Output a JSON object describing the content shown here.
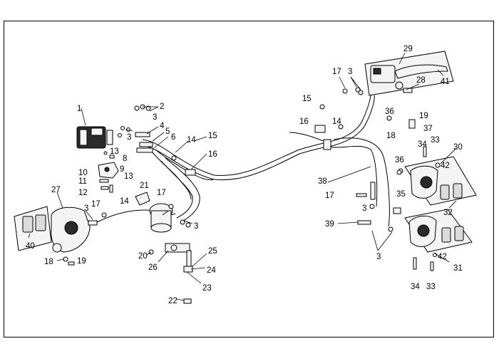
{
  "diagram": {
    "callouts": [
      {
        "id": "c1",
        "text": "1"
      },
      {
        "id": "c2",
        "text": "2"
      },
      {
        "id": "c3a",
        "text": "3"
      },
      {
        "id": "c3b",
        "text": "3"
      },
      {
        "id": "c4",
        "text": "4"
      },
      {
        "id": "c5",
        "text": "5"
      },
      {
        "id": "c6",
        "text": "6"
      },
      {
        "id": "c13a",
        "text": "13"
      },
      {
        "id": "c8",
        "text": "8"
      },
      {
        "id": "c9",
        "text": "9"
      },
      {
        "id": "c10",
        "text": "10"
      },
      {
        "id": "c11",
        "text": "11"
      },
      {
        "id": "c13b",
        "text": "13"
      },
      {
        "id": "c12",
        "text": "12"
      },
      {
        "id": "c14a",
        "text": "14"
      },
      {
        "id": "c15a",
        "text": "15"
      },
      {
        "id": "c16a",
        "text": "16"
      },
      {
        "id": "c14b",
        "text": "14"
      },
      {
        "id": "c21",
        "text": "21"
      },
      {
        "id": "c27",
        "text": "27"
      },
      {
        "id": "c3c",
        "text": "3"
      },
      {
        "id": "c17a",
        "text": "17"
      },
      {
        "id": "c17b",
        "text": "17"
      },
      {
        "id": "c3d",
        "text": "3"
      },
      {
        "id": "c40",
        "text": "40"
      },
      {
        "id": "c18a",
        "text": "18"
      },
      {
        "id": "c19a",
        "text": "19"
      },
      {
        "id": "c20",
        "text": "20"
      },
      {
        "id": "c26",
        "text": "26"
      },
      {
        "id": "c25",
        "text": "25"
      },
      {
        "id": "c24",
        "text": "24"
      },
      {
        "id": "c23",
        "text": "23"
      },
      {
        "id": "c22",
        "text": "22"
      },
      {
        "id": "c17c",
        "text": "17"
      },
      {
        "id": "c3e",
        "text": "3"
      },
      {
        "id": "c29",
        "text": "29"
      },
      {
        "id": "c28",
        "text": "28"
      },
      {
        "id": "c41",
        "text": "41"
      },
      {
        "id": "c15b",
        "text": "15"
      },
      {
        "id": "c16b",
        "text": "16"
      },
      {
        "id": "c14c",
        "text": "14"
      },
      {
        "id": "c36a",
        "text": "36"
      },
      {
        "id": "c19b",
        "text": "19"
      },
      {
        "id": "c37",
        "text": "37"
      },
      {
        "id": "c18b",
        "text": "18"
      },
      {
        "id": "c34a",
        "text": "34"
      },
      {
        "id": "c33a",
        "text": "33"
      },
      {
        "id": "c30",
        "text": "30"
      },
      {
        "id": "c42a",
        "text": "42"
      },
      {
        "id": "c36b",
        "text": "36"
      },
      {
        "id": "c38",
        "text": "38"
      },
      {
        "id": "c17d",
        "text": "17"
      },
      {
        "id": "c35",
        "text": "35"
      },
      {
        "id": "c3f",
        "text": "3"
      },
      {
        "id": "c32",
        "text": "32"
      },
      {
        "id": "c39",
        "text": "39"
      },
      {
        "id": "c3g",
        "text": "3"
      },
      {
        "id": "c42b",
        "text": "42"
      },
      {
        "id": "c31",
        "text": "31"
      },
      {
        "id": "c34b",
        "text": "34"
      },
      {
        "id": "c33b",
        "text": "33"
      }
    ]
  }
}
